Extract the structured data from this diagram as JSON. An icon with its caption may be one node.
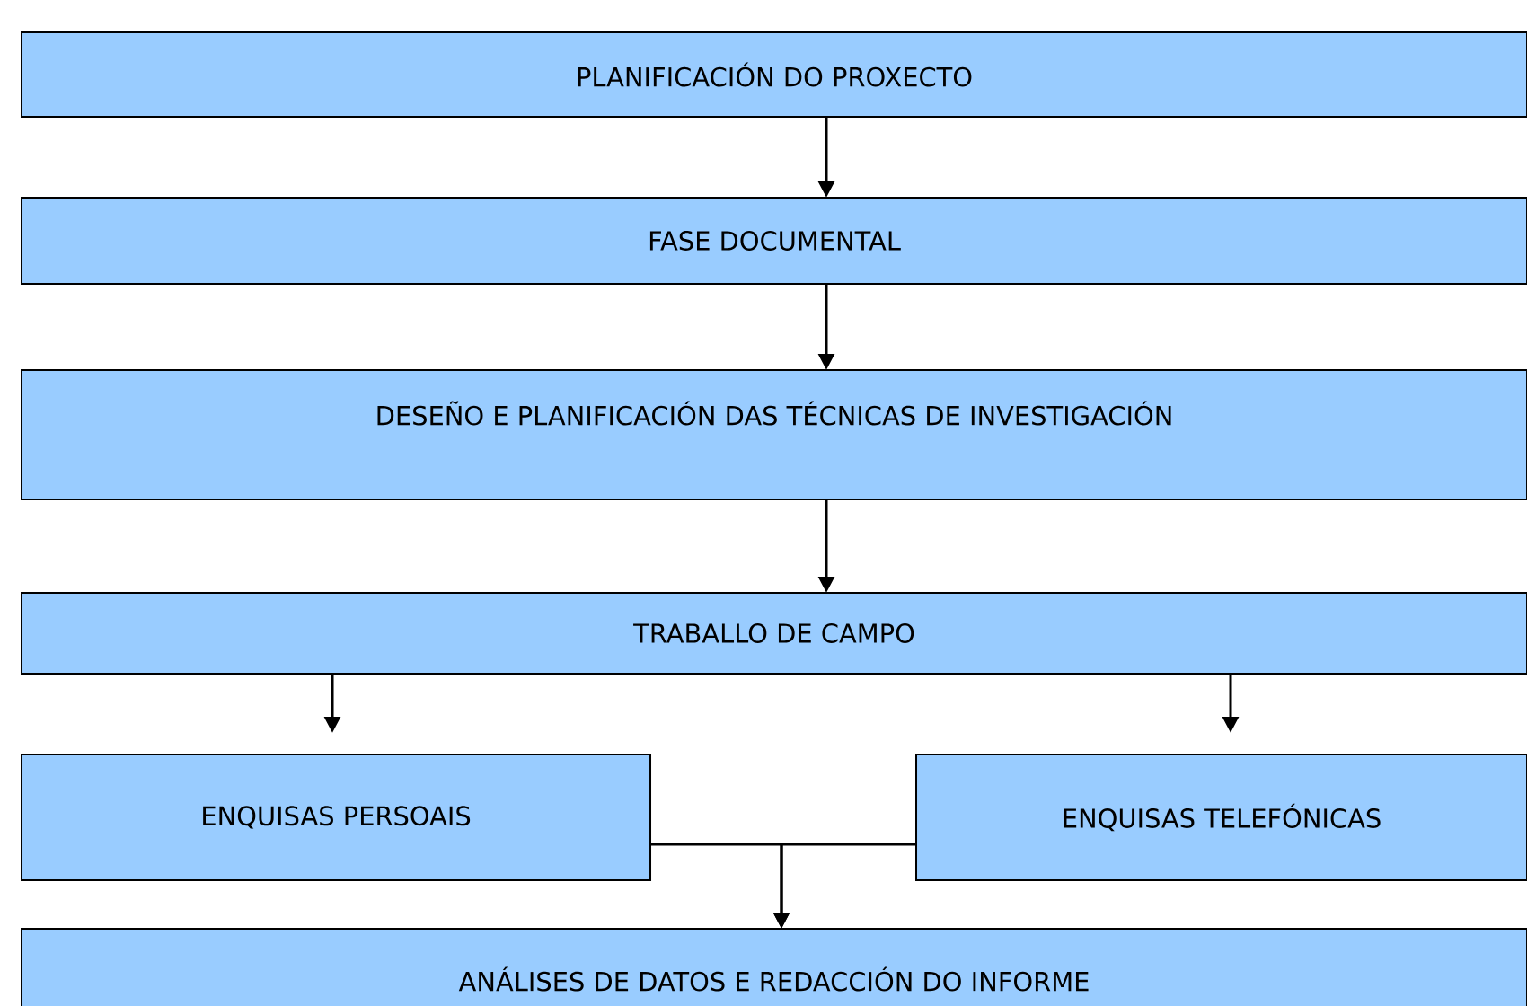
{
  "diagram": {
    "nodes": [
      {
        "text": [
          "PLANIFICACIÓN DO PROXECTO"
        ]
      },
      {
        "text": [
          "FASE DOCUMENTAL"
        ]
      },
      {
        "text": [
          "DESEÑO E PLANIFICACIÓN DAS TÉCNICAS DE INVESTIGACIÓN"
        ]
      },
      {
        "text": [
          "TRABALLO DE CAMPO"
        ]
      },
      {
        "text": [
          "ENQUISAS PERSOAIS"
        ]
      },
      {
        "text": [
          "ENQUISAS TELEFÓNICAS"
        ]
      },
      {
        "text": [
          "ANÁLISES DE DATOS E REDACCIÓN DO INFORME"
        ]
      }
    ],
    "edges": [
      {
        "from": 0,
        "to": 1,
        "arrow": "to"
      },
      {
        "from": 1,
        "to": 2,
        "arrow": "to"
      },
      {
        "from": 2,
        "to": 3,
        "arrow": "to"
      },
      {
        "from": 3,
        "to": 4,
        "arrow": "to"
      },
      {
        "from": 3,
        "to": 5,
        "arrow": "to"
      },
      {
        "from": 4,
        "to": 6,
        "arrow": "to"
      },
      {
        "from": 5,
        "to": 6,
        "arrow": "to"
      }
    ]
  }
}
